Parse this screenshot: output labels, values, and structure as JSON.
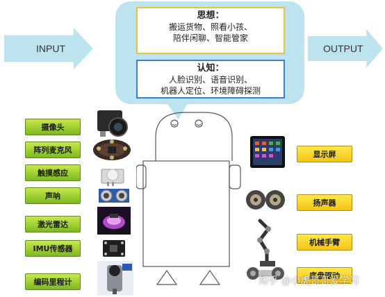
{
  "flow": {
    "input_label": "INPUT",
    "output_label": "OUTPUT"
  },
  "thinking": {
    "title": "思想：",
    "line1": "搬运货物、照看小孩、",
    "line2": "陪伴闲聊、智能管家"
  },
  "cognition": {
    "title": "认知：",
    "line1": "人脸识别、语音识别、",
    "line2": "机器人定位、环境障碍探测"
  },
  "inputs": [
    "摄像头",
    "阵列麦克风",
    "触摸感应",
    "声呐",
    "激光雷达",
    "IMU传感器",
    "编码里程计"
  ],
  "outputs": [
    "显示屏",
    "扬声器",
    "机械手臂",
    "底盘驱动"
  ],
  "device_icons": {
    "inputs": [
      "camera-module-icon",
      "mic-array-board-icon",
      "touch-sensor-icon",
      "ultrasonic-sonar-icon",
      "lidar-icon",
      "imu-board-icon",
      "encoder-motor-icon"
    ],
    "outputs": [
      "tablet-screen-icon",
      "speakers-icon",
      "robotic-arm-icon",
      "wheel-motors-icon"
    ]
  },
  "watermark": "知乎 @小虎哥哥爱学习",
  "colors": {
    "flow_fill": "#bde3ee",
    "input_label": "#8cc63f",
    "output_label": "#f7d21f",
    "thinking_border": "#e8c43a",
    "cognition_border": "#3a7fd0"
  }
}
